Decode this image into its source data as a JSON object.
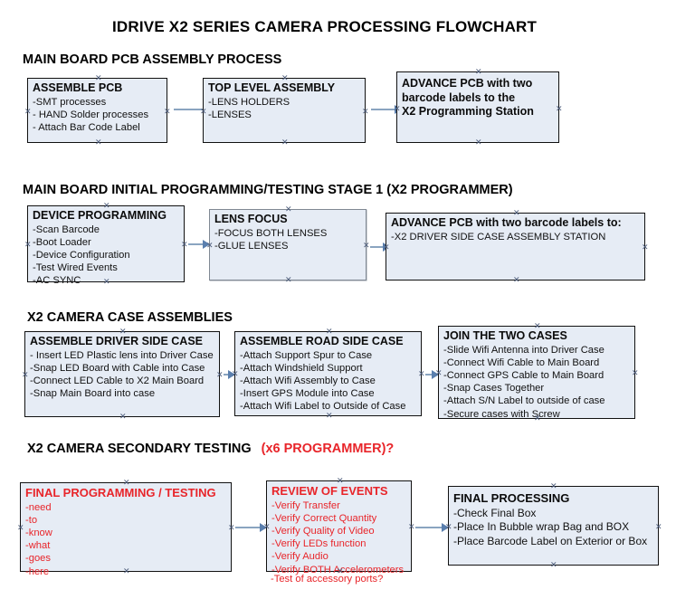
{
  "document": {
    "title": "IDRIVE X2  SERIES CAMERA PROCESSING FLOWCHART"
  },
  "sections": [
    {
      "heading": "MAIN BOARD PCB ASSEMBLY PROCESS",
      "heading_accent": "",
      "nodes": [
        {
          "title": "ASSEMBLE PCB",
          "lines": [
            "-SMT processes",
            "- HAND Solder processes",
            "- Attach Bar Code Label"
          ]
        },
        {
          "title": "TOP LEVEL ASSEMBLY",
          "lines": [
            "-LENS HOLDERS",
            "-LENSES"
          ]
        },
        {
          "title": "ADVANCE PCB with two",
          "lines": [
            "barcode labels to the",
            " X2 Programming Station"
          ]
        }
      ]
    },
    {
      "heading": "MAIN BOARD INITIAL PROGRAMMING/TESTING STAGE 1 (X2 PROGRAMMER)",
      "heading_accent": "",
      "nodes": [
        {
          "title": "DEVICE PROGRAMMING",
          "lines": [
            "-Scan Barcode",
            "-Boot Loader",
            "-Device Configuration",
            "-Test Wired Events",
            "-AC SYNC"
          ]
        },
        {
          "title": "LENS FOCUS",
          "lines": [
            "-FOCUS BOTH LENSES",
            "-GLUE LENSES"
          ]
        },
        {
          "title": "ADVANCE PCB with two barcode labels to:",
          "lines": [
            "-X2 DRIVER  SIDE  CASE  ASSEMBLY STATION"
          ]
        }
      ]
    },
    {
      "heading": "X2 CAMERA CASE ASSEMBLIES",
      "heading_accent": "",
      "nodes": [
        {
          "title": "ASSEMBLE DRIVER SIDE CASE",
          "lines": [
            "- Insert LED Plastic lens into Driver Case",
            "-Snap LED Board with Cable into Case",
            "-Connect LED Cable to X2 Main Board",
            "-Snap Main Board into case"
          ]
        },
        {
          "title": "ASSEMBLE ROAD SIDE CASE",
          "lines": [
            "-Attach Support Spur to Case",
            "-Attach Windshield Support",
            "-Attach Wifi Assembly to Case",
            "-Insert GPS Module into Case",
            "-Attach Wifi Label to Outside of Case"
          ]
        },
        {
          "title": "JOIN THE TWO CASES",
          "lines": [
            "-Slide Wifi Antenna into Driver Case",
            "-Connect Wifi Cable to Main Board",
            "-Connect GPS Cable to Main Board",
            "-Snap Cases Together",
            "-Attach S/N Label to outside of case",
            "-Secure cases with Screw"
          ]
        }
      ]
    },
    {
      "heading": "X2 CAMERA SECONDARY TESTING",
      "heading_accent": "(x6 PROGRAMMER)?",
      "nodes": [
        {
          "title": "FINAL PROGRAMMING / TESTING",
          "lines": [
            "-need",
            "-to",
            "-know",
            "-what",
            "-goes",
            "-here"
          ]
        },
        {
          "title": "REVIEW OF EVENTS",
          "lines": [
            "-Verify Transfer",
            "-Verify Correct Quantity",
            "-Verify Quality of Video",
            "-Verify LEDs function",
            "-Verify Audio",
            "-Verify BOTH Accelerometers"
          ],
          "overflow_line": "-Test of accessory ports?"
        },
        {
          "title": "FINAL PROCESSING",
          "lines": [
            " -Check Final Box",
            "-Place In Bubble wrap Bag and BOX",
            "-Place Barcode Label on Exterior or Box"
          ]
        }
      ]
    }
  ],
  "colors": {
    "node_fill": "#e6ecf5",
    "node_border": "#111111",
    "accent_red": "#e8252a",
    "connector": "#8aa4c0",
    "arrow": "#5a7fae",
    "text": "#111111"
  }
}
